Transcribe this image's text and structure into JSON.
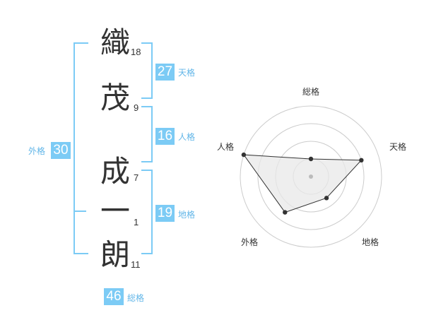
{
  "name_chars": [
    {
      "char": "織",
      "strokes": "18"
    },
    {
      "char": "茂",
      "strokes": "9"
    },
    {
      "char": "成",
      "strokes": "7"
    },
    {
      "char": "一",
      "strokes": "1"
    },
    {
      "char": "朗",
      "strokes": "11"
    }
  ],
  "fortunes": {
    "tenkaku": {
      "value": "27",
      "label": "天格"
    },
    "jinkaku": {
      "value": "16",
      "label": "人格"
    },
    "chikaku": {
      "value": "19",
      "label": "地格"
    },
    "gaikaku": {
      "value": "30",
      "label": "外格"
    },
    "soukaku": {
      "value": "46",
      "label": "総格"
    }
  },
  "radar": {
    "axes": [
      "総格",
      "天格",
      "地格",
      "外格",
      "人格"
    ],
    "levels": 4,
    "values": [
      1,
      3,
      1.5,
      2.5,
      4
    ],
    "max": 4,
    "colors": {
      "grid": "#cccccc",
      "fill": "#e8e8e8",
      "line": "#333333",
      "point": "#333333",
      "center": "#bbbbbb"
    }
  }
}
